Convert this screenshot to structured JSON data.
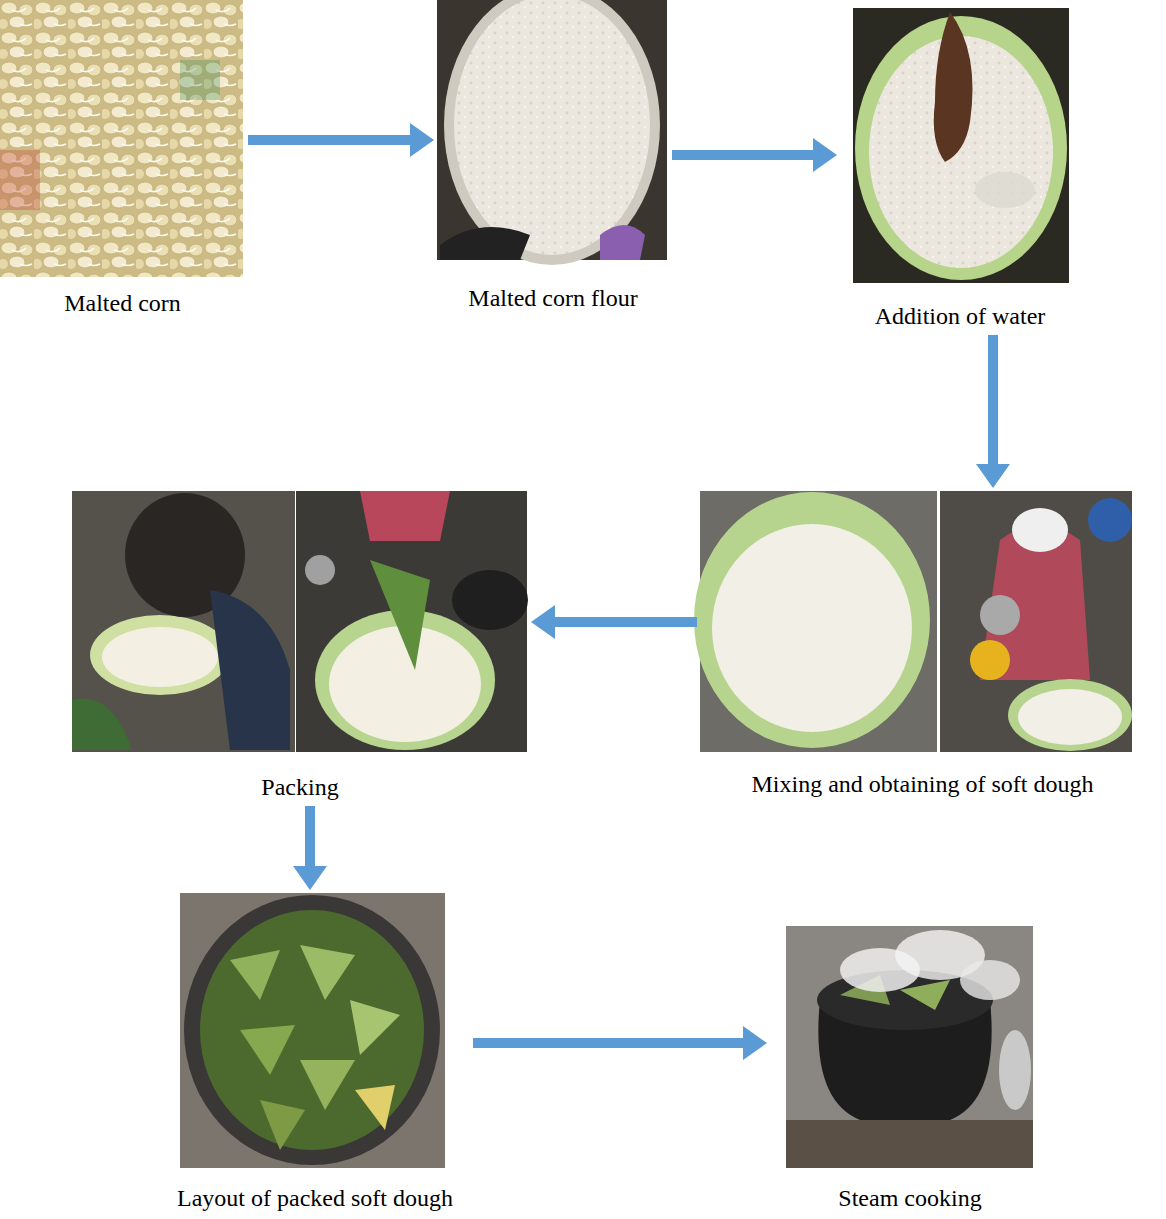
{
  "diagram": {
    "nodes": [
      {
        "text": [
          "Malted corn"
        ]
      },
      {
        "text": [
          "Malted corn flour"
        ]
      },
      {
        "text": [
          "Addition of water"
        ]
      },
      {
        "text": [
          "Mixing and obtaining of soft dough"
        ]
      },
      {
        "text": [
          "Packing"
        ]
      },
      {
        "text": [
          "Layout of packed soft dough"
        ]
      },
      {
        "text": [
          "Steam cooking"
        ]
      }
    ],
    "edges": [
      {
        "from": 0,
        "to": 1,
        "arrow": "to"
      },
      {
        "from": 1,
        "to": 2,
        "arrow": "to"
      },
      {
        "from": 2,
        "to": 3,
        "arrow": "to"
      },
      {
        "from": 3,
        "to": 4,
        "arrow": "to"
      },
      {
        "from": 4,
        "to": 5,
        "arrow": "to"
      },
      {
        "from": 5,
        "to": 6,
        "arrow": "to"
      }
    ]
  }
}
